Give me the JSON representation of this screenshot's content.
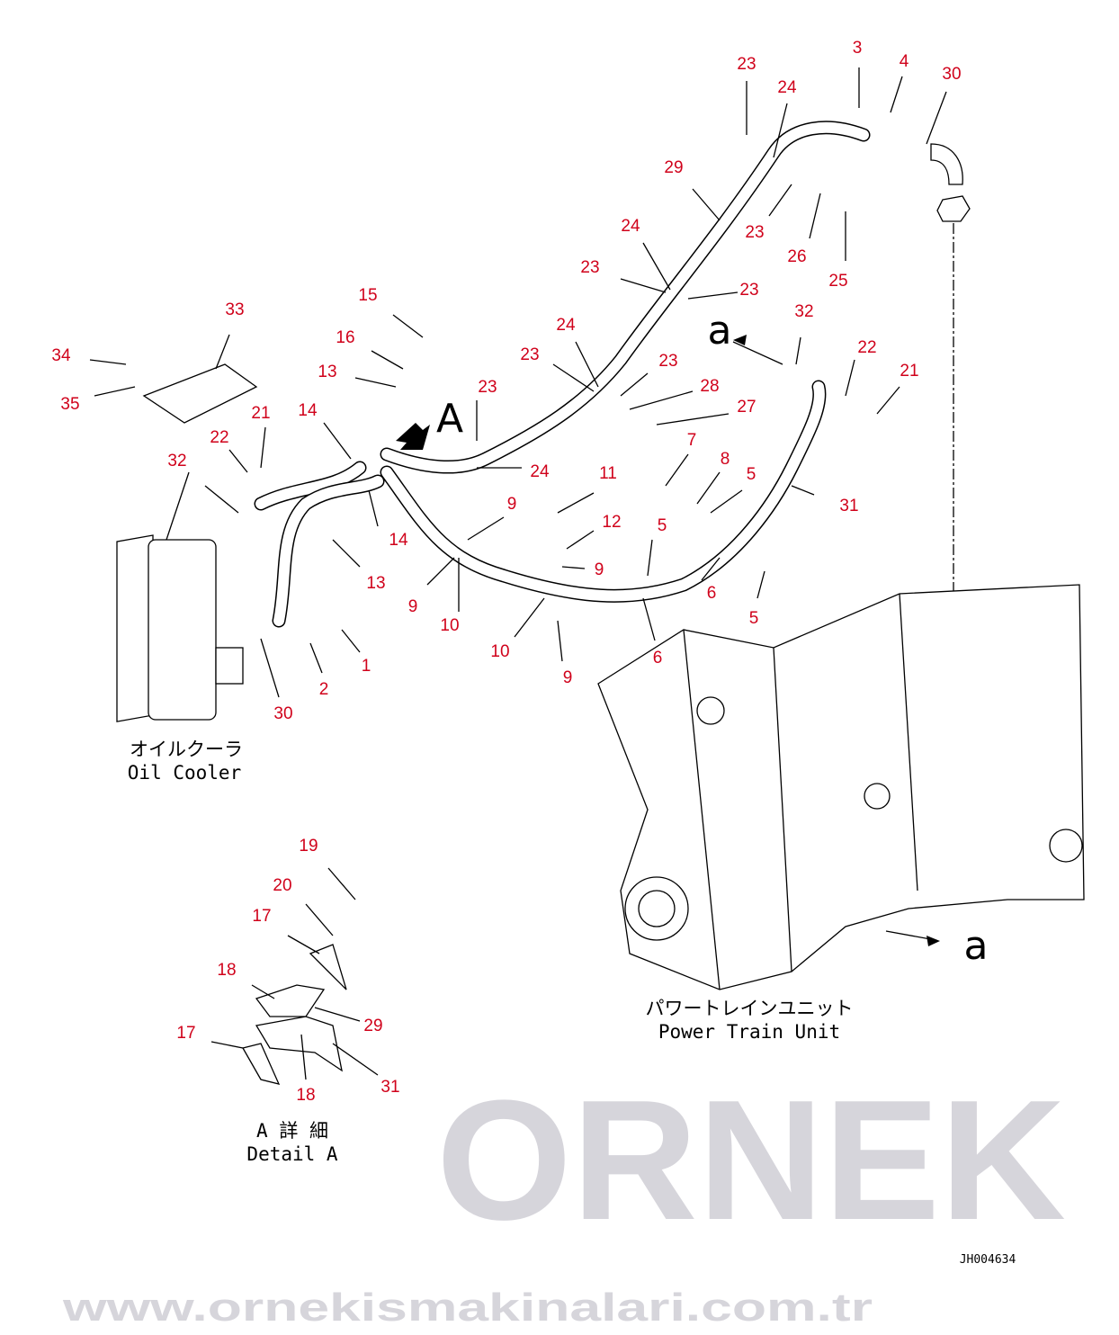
{
  "watermark": {
    "brand": "ORNEK",
    "url": "www.ornekismakinalari.com.tr"
  },
  "callouts": [
    "23",
    "3",
    "4",
    "30",
    "24",
    "29",
    "24",
    "23",
    "26",
    "25",
    "23",
    "23",
    "32",
    "15",
    "33",
    "24",
    "23",
    "23",
    "22",
    "21",
    "16",
    "34",
    "13",
    "28",
    "27",
    "35",
    "14",
    "23",
    "21",
    "22",
    "7",
    "32",
    "24",
    "11",
    "8",
    "5",
    "9",
    "31",
    "14",
    "12",
    "5",
    "9",
    "13",
    "6",
    "9",
    "10",
    "5",
    "1",
    "10",
    "6",
    "9",
    "2",
    "30",
    "19",
    "20",
    "17",
    "18",
    "29",
    "17",
    "31",
    "18"
  ],
  "view_markers": {
    "arrow_a_top": "a",
    "arrow_a_bottom": "a",
    "detail_arrow": "A"
  },
  "captions": {
    "oil_cooler_jp": "オイルクーラ",
    "oil_cooler_en": "Oil Cooler",
    "power_train_jp": "パワートレインユニット",
    "power_train_en": "Power Train Unit",
    "detail_jp": "A 詳 細",
    "detail_en": "Detail A"
  },
  "drawing_code": "JH004634",
  "colors": {
    "callout": "#d0021b",
    "watermark": "#c9c7cf"
  }
}
